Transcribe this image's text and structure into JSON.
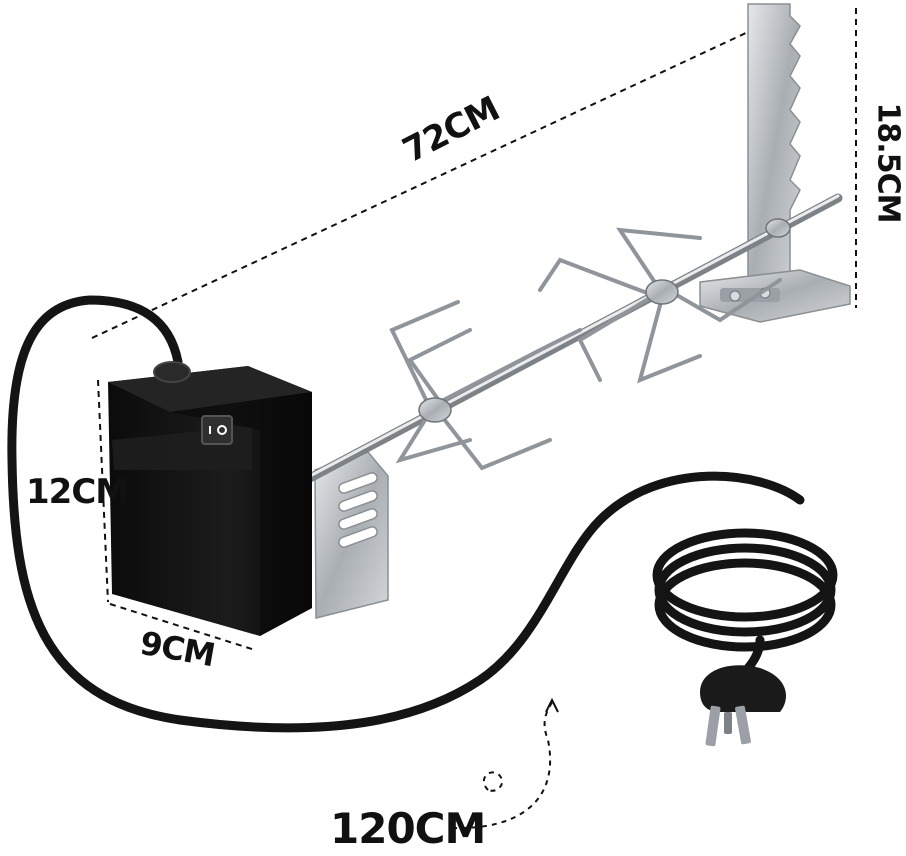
{
  "dimensions": {
    "skewer_length": "72CM",
    "bracket_height": "18.5CM",
    "motor_height": "12CM",
    "motor_width": "9CM",
    "cord_length": "120CM"
  },
  "colors": {
    "motor_body": "#111111",
    "motor_highlight": "#2a2a2a",
    "steel": "#b8bcc0",
    "steel_dark": "#6f7479",
    "cord": "#141414",
    "dashed_line": "#111111",
    "switch_mark": "#ffffff"
  },
  "icons": {
    "motor": "rotisserie-motor-icon",
    "switch": "power-switch-icon",
    "plug": "power-plug-icon",
    "bracket": "support-bracket-icon",
    "fork": "meat-fork-icon"
  }
}
